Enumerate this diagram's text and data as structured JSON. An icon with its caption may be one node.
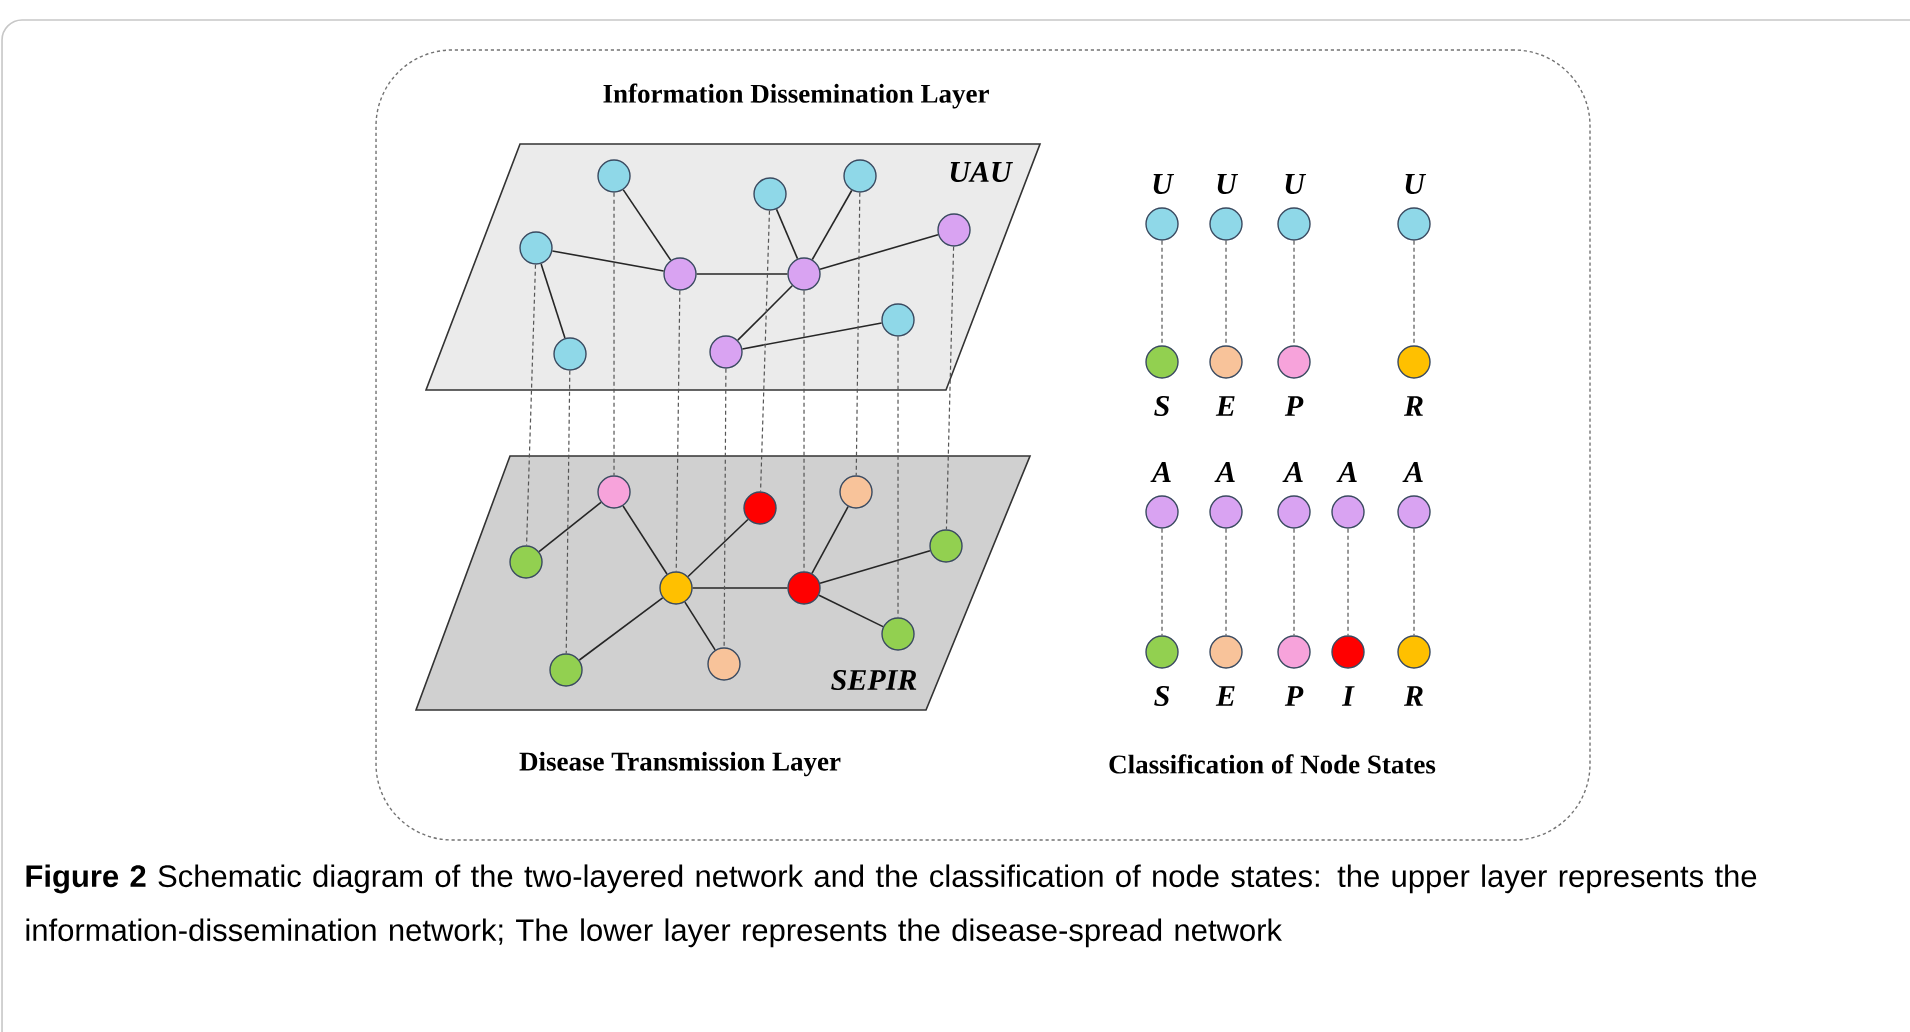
{
  "diagram": {
    "caption": "**Figure 2**  Schematic diagram of the two-layered network and the classification of node states: the upper layer represents the information-dissemination network; The lower layer represents the disease-spread network",
    "nodes": [
      {
        "text": [],
        "shape": "box"
      },
      {
        "text": [
          "Information Dissemination Layer",
          "UAU"
        ],
        "in": 0
      },
      {
        "text": [],
        "shape": "circle",
        "in": 1
      },
      {
        "text": [],
        "shape": "circle",
        "in": 1
      },
      {
        "text": [],
        "shape": "circle",
        "in": 1
      },
      {
        "text": [],
        "shape": "circle",
        "in": 1
      },
      {
        "text": [],
        "shape": "circle",
        "in": 1
      },
      {
        "text": [],
        "shape": "circle",
        "in": 1
      },
      {
        "text": [],
        "shape": "circle",
        "in": 1
      },
      {
        "text": [],
        "shape": "circle",
        "in": 1
      },
      {
        "text": [],
        "shape": "circle",
        "in": 1
      },
      {
        "text": [],
        "shape": "circle",
        "in": 1
      },
      {
        "text": [
          "SEPIR",
          "Disease Transmission Layer"
        ],
        "in": 0
      },
      {
        "text": [],
        "shape": "circle",
        "in": 12
      },
      {
        "text": [],
        "shape": "circle",
        "in": 12
      },
      {
        "text": [],
        "shape": "circle",
        "in": 12
      },
      {
        "text": [],
        "shape": "circle",
        "in": 12
      },
      {
        "text": [],
        "shape": "circle",
        "in": 12
      },
      {
        "text": [],
        "shape": "circle",
        "in": 12
      },
      {
        "text": [],
        "shape": "circle",
        "in": 12
      },
      {
        "text": [],
        "shape": "circle",
        "in": 12
      },
      {
        "text": [],
        "shape": "circle",
        "in": 12
      },
      {
        "text": [],
        "shape": "circle",
        "in": 12
      },
      {
        "text": [],
        "shape": "circle",
        "in": 0,
        "beside": [
          "U"
        ]
      },
      {
        "text": [],
        "shape": "circle",
        "in": 0,
        "beside": [
          "U"
        ]
      },
      {
        "text": [],
        "shape": "circle",
        "in": 0,
        "beside": [
          "U"
        ]
      },
      {
        "text": [],
        "shape": "circle",
        "in": 0,
        "beside": [
          "U"
        ]
      },
      {
        "text": [],
        "shape": "circle",
        "in": 0,
        "beside": [
          "S"
        ]
      },
      {
        "text": [],
        "shape": "circle",
        "in": 0,
        "beside": [
          "E"
        ]
      },
      {
        "text": [],
        "shape": "circle",
        "in": 0,
        "beside": [
          "P"
        ]
      },
      {
        "text": [],
        "shape": "circle",
        "in": 0,
        "beside": [
          "R"
        ]
      },
      {
        "text": [],
        "shape": "circle",
        "in": 0,
        "beside": [
          "A"
        ]
      },
      {
        "text": [],
        "shape": "circle",
        "in": 0,
        "beside": [
          "A"
        ]
      },
      {
        "text": [],
        "shape": "circle",
        "in": 0,
        "beside": [
          "A"
        ]
      },
      {
        "text": [],
        "shape": "circle",
        "in": 0,
        "beside": [
          "A"
        ]
      },
      {
        "text": [],
        "shape": "circle",
        "in": 0,
        "beside": [
          "A"
        ]
      },
      {
        "text": [],
        "shape": "circle",
        "in": 0,
        "beside": [
          "S"
        ]
      },
      {
        "text": [],
        "shape": "circle",
        "in": 0,
        "beside": [
          "E"
        ]
      },
      {
        "text": [],
        "shape": "circle",
        "in": 0,
        "beside": [
          "P"
        ]
      },
      {
        "text": [],
        "shape": "circle",
        "in": 0,
        "beside": [
          "I"
        ]
      },
      {
        "text": [],
        "shape": "circle",
        "in": 0,
        "beside": [
          "R"
        ]
      }
    ],
    "edges": [
      {
        "from": 3,
        "to": 7,
        "arrow": "none"
      },
      {
        "from": 2,
        "to": 7,
        "arrow": "none"
      },
      {
        "from": 7,
        "to": 8,
        "arrow": "none"
      },
      {
        "from": 4,
        "to": 8,
        "arrow": "none"
      },
      {
        "from": 5,
        "to": 8,
        "arrow": "none"
      },
      {
        "from": 8,
        "to": 6,
        "arrow": "none"
      },
      {
        "from": 8,
        "to": 11,
        "arrow": "none"
      },
      {
        "from": 11,
        "to": 10,
        "arrow": "none"
      },
      {
        "from": 3,
        "to": 9,
        "arrow": "none"
      },
      {
        "from": 16,
        "to": 13,
        "arrow": "none"
      },
      {
        "from": 13,
        "to": 18,
        "arrow": "none"
      },
      {
        "from": 18,
        "to": 14,
        "arrow": "none"
      },
      {
        "from": 18,
        "to": 20,
        "arrow": "none"
      },
      {
        "from": 18,
        "to": 21,
        "arrow": "none"
      },
      {
        "from": 18,
        "to": 19,
        "arrow": "none"
      },
      {
        "from": 19,
        "to": 15,
        "arrow": "none"
      },
      {
        "from": 19,
        "to": 17,
        "arrow": "none"
      },
      {
        "from": 19,
        "to": 22,
        "arrow": "none"
      },
      {
        "from": 3,
        "to": 16,
        "arrow": "none",
        "style": "dashed"
      },
      {
        "from": 9,
        "to": 20,
        "arrow": "none",
        "style": "dashed"
      },
      {
        "from": 2,
        "to": 13,
        "arrow": "none",
        "style": "dashed"
      },
      {
        "from": 7,
        "to": 18,
        "arrow": "none",
        "style": "dashed"
      },
      {
        "from": 11,
        "to": 21,
        "arrow": "none",
        "style": "dashed"
      },
      {
        "from": 4,
        "to": 14,
        "arrow": "none",
        "style": "dashed"
      },
      {
        "from": 8,
        "to": 19,
        "arrow": "none",
        "style": "dashed"
      },
      {
        "from": 5,
        "to": 15,
        "arrow": "none",
        "style": "dashed"
      },
      {
        "from": 10,
        "to": 22,
        "arrow": "none",
        "style": "dashed"
      },
      {
        "from": 6,
        "to": 17,
        "arrow": "none",
        "style": "dashed"
      },
      {
        "from": 23,
        "to": 27,
        "arrow": "none",
        "style": "dashed"
      },
      {
        "from": 24,
        "to": 28,
        "arrow": "none",
        "style": "dashed"
      },
      {
        "from": 25,
        "to": 29,
        "arrow": "none",
        "style": "dashed"
      },
      {
        "from": 26,
        "to": 30,
        "arrow": "none",
        "style": "dashed"
      },
      {
        "from": 31,
        "to": 36,
        "arrow": "none",
        "style": "dashed"
      },
      {
        "from": 32,
        "to": 37,
        "arrow": "none",
        "style": "dashed"
      },
      {
        "from": 33,
        "to": 38,
        "arrow": "none",
        "style": "dashed"
      },
      {
        "from": 34,
        "to": 39,
        "arrow": "none",
        "style": "dashed"
      },
      {
        "from": 35,
        "to": 40,
        "arrow": "none",
        "style": "dashed"
      }
    ],
    "labels": [
      "Classification of Node States"
    ]
  }
}
